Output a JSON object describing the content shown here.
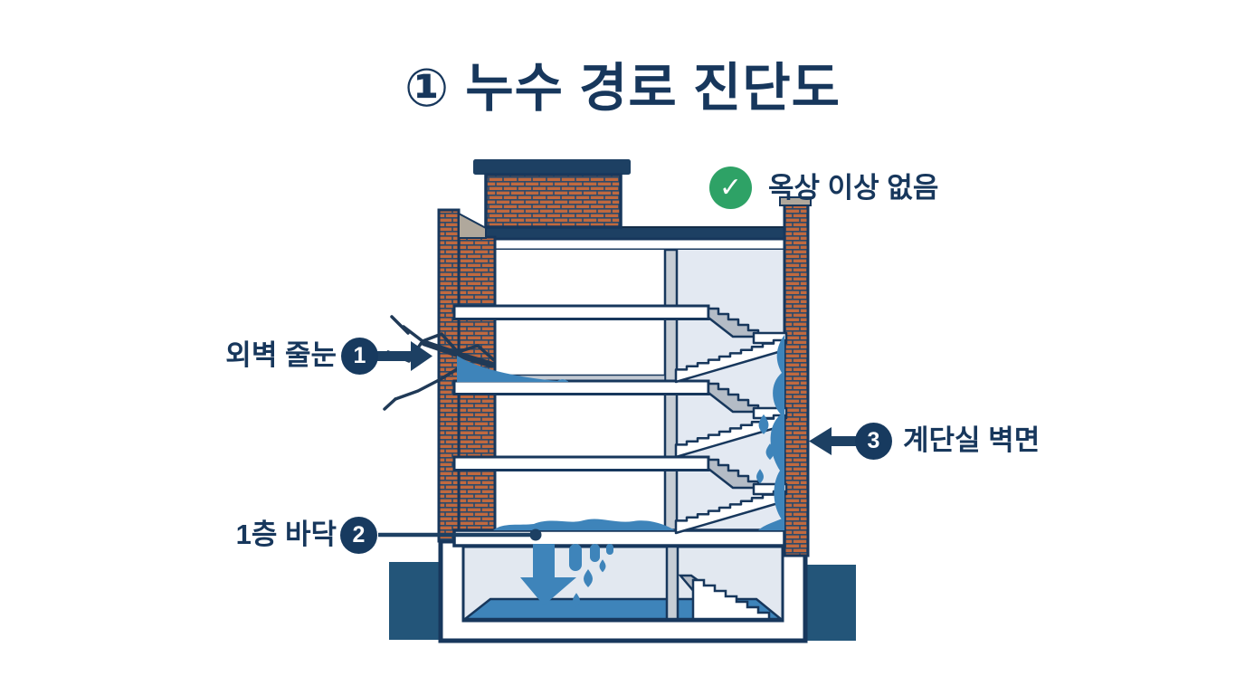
{
  "title": "① 누수 경로 진단도",
  "status": {
    "label": "옥상 이상 없음",
    "icon": "check-icon",
    "glyph": "✓"
  },
  "callouts": {
    "c1": {
      "label": "외벽 줄눈",
      "badge": "1",
      "points_at": "exterior wall joint crack"
    },
    "c2": {
      "label": "1층 바닥",
      "badge": "2",
      "points_at": "first floor slab water"
    },
    "c3": {
      "label": "계단실 벽면",
      "badge": "3",
      "points_at": "stairwell wall"
    }
  },
  "colors": {
    "ink_navy": "#17375c",
    "deep_navy": "#1d4063",
    "brick_orange": "#c1693f",
    "mortar_navy": "#2b4a6b",
    "water_blue": "#3e84ba",
    "check_green": "#2ea266",
    "stairwell_gray_blue": "#e3e9f2",
    "interior_wall_gray": "#c6cdd5",
    "ground_navy": "#235579"
  }
}
